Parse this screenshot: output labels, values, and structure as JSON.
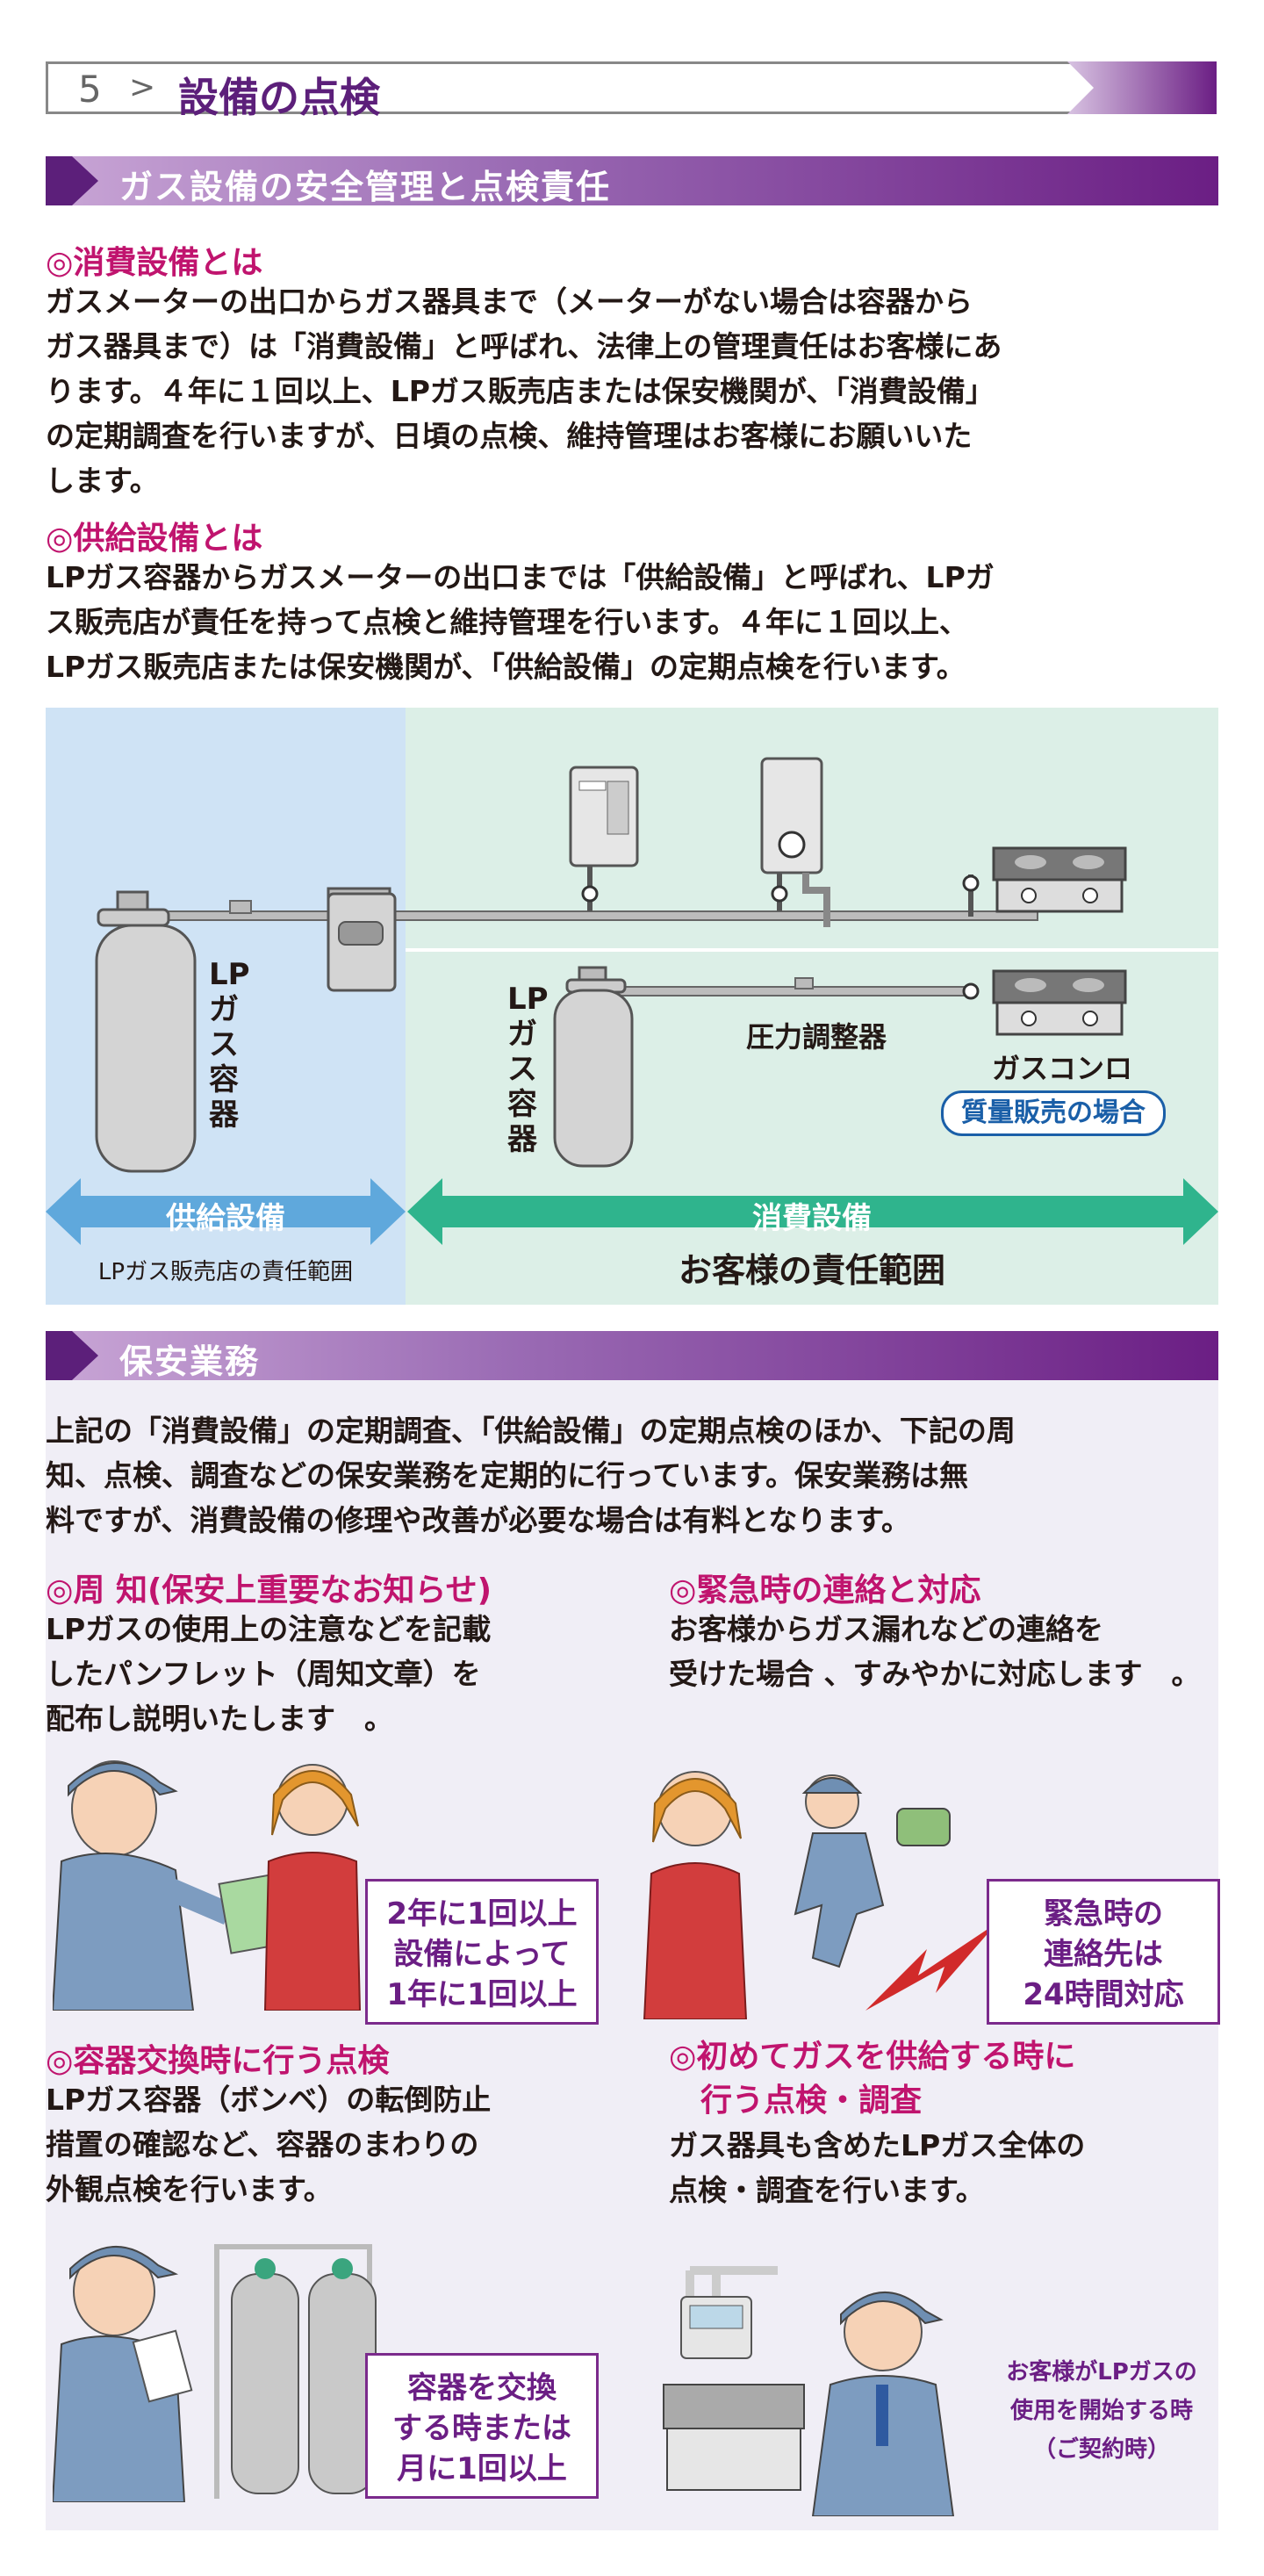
{
  "header": {
    "number": "5",
    "separator": ">",
    "title": "設備の点検"
  },
  "section1": {
    "title": "ガス設備の安全管理と点検責任",
    "consumption": {
      "heading": "◎消費設備とは",
      "body": "ガスメーターの出口からガス器具まで（メーターがない場合は容器から\nガス器具まで）は「消費設備」と呼ばれ、法律上の管理責任はお客様にあ\nります。４年に１回以上、LPガス販売店または保安機関が、「消費設備」\nの定期調査を行いますが、日頃の点検、維持管理はお客様にお願いいた\nします。"
    },
    "supply": {
      "heading": "◎供給設備とは",
      "body": "LPガス容器からガスメーターの出口までは「供給設備」と呼ばれ、LPガ\nス販売店が責任を持って点検と維持管理を行います。４年に１回以上、\nLPガス販売店または保安機関が、「供給設備」の定期点検を行います。"
    }
  },
  "diagram": {
    "cylinder_label_left": "LPガス容器",
    "cylinder_label_right": "LPガス容器",
    "regulator_label": "圧力調整器",
    "stove_label": "ガスコンロ",
    "mass_sale_label": "質量販売の場合",
    "supply_arrow": "供給設備",
    "consumption_arrow": "消費設備",
    "supply_scope": "LPガス販売店の責任範囲",
    "customer_scope": "お客様の責任範囲"
  },
  "section2": {
    "title": "保安業務",
    "intro": "上記の「消費設備」の定期調査、「供給設備」の定期点検のほか、下記の周\n知、点検、調査などの保安業務を定期的に行っています。保安業務は無\n料ですが、消費設備の修理や改善が必要な場合は有料となります。",
    "notice": {
      "heading": "◎周 知(保安上重要なお知らせ)",
      "body": "LPガスの使用上の注意などを記載\nしたパンフレット（周知文章）を\n配布し説明いたします　。",
      "box": "2年に1回以上\n設備によって\n1年に1回以上"
    },
    "emergency": {
      "heading": "◎緊急時の連絡と対応",
      "body": "お客様からガス漏れなどの連絡を\n受けた場合 、すみやかに対応します　。",
      "box": "緊急時の\n連絡先は\n24時間対応"
    },
    "exchange": {
      "heading": "◎容器交換時に行う点検",
      "body": "LPガス容器（ボンベ）の転倒防止\n措置の確認など、容器のまわりの\n外観点検を行います。",
      "box": "容器を交換\nする時または\n月に1回以上"
    },
    "first_supply": {
      "heading": "◎初めてガスを供給する時に\n　行う点検・調査",
      "body": "ガス器具も含めたLPガス全体の\n点検・調査を行います。",
      "note": "お客様がLPガスの\n使用を開始する時\n（ご契約時）"
    }
  },
  "colors": {
    "purple": "#6b1e84",
    "magenta": "#c0146e",
    "supply_bg": "#cfe3f5",
    "consume_bg": "#dcefe7",
    "supply_arrow": "#5fa8dc",
    "consume_arrow": "#2fb48d",
    "blue_text": "#1a5fa8"
  }
}
